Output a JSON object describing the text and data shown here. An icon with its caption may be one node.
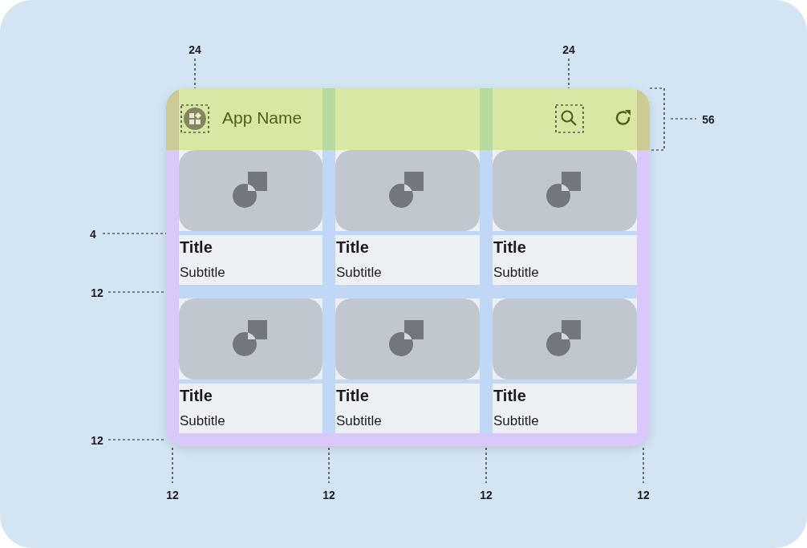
{
  "diagram": {
    "nodes": [
      {
        "text": [],
        "shape": "box"
      },
      {
        "text": [
          "App Name"
        ],
        "in": 0
      },
      {
        "text": [
          "Title",
          "Subtitle"
        ],
        "in": 0
      },
      {
        "text": [
          "Title",
          "Subtitle"
        ],
        "in": 0
      },
      {
        "text": [
          "Title",
          "Subtitle"
        ],
        "in": 0
      },
      {
        "text": [
          "Title",
          "Subtitle"
        ],
        "in": 0
      },
      {
        "text": [
          "Title",
          "Subtitle"
        ],
        "in": 0
      },
      {
        "text": [
          "Title",
          "Subtitle"
        ],
        "in": 0
      }
    ],
    "edges": [],
    "labels": [
      "24",
      "24",
      "56",
      "4",
      "12",
      "12",
      "12",
      "12",
      "12",
      "12"
    ]
  }
}
